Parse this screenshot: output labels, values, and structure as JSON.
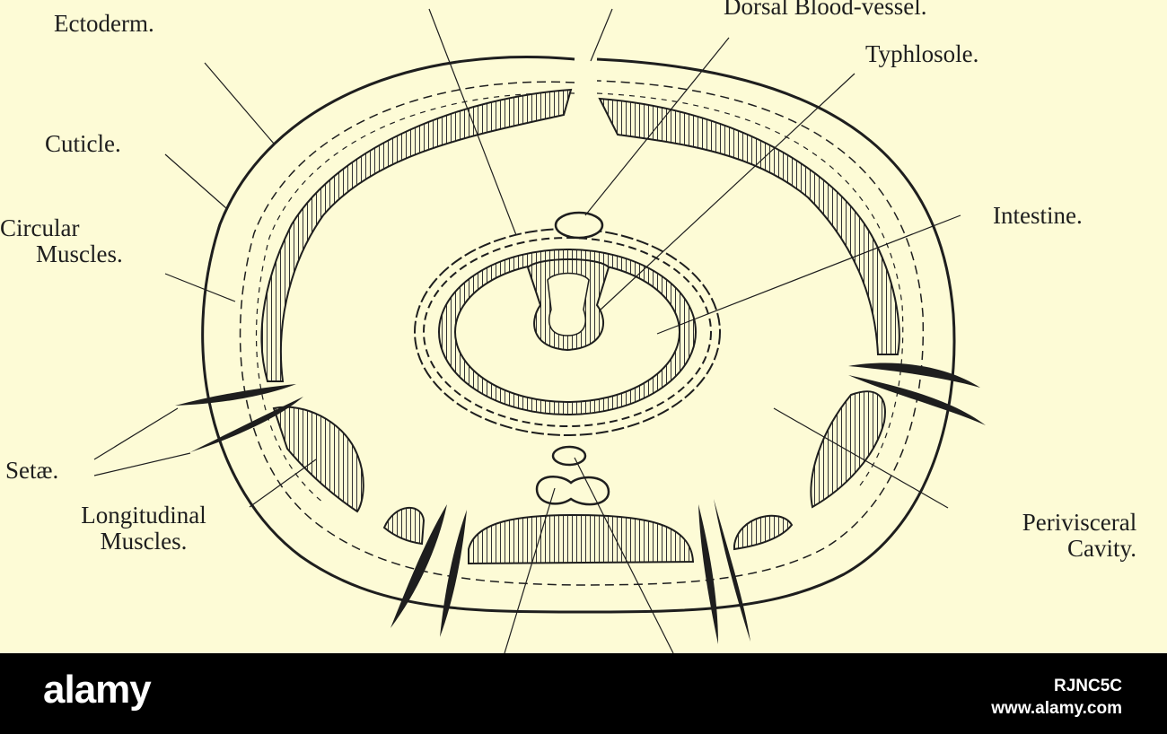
{
  "labels": {
    "ectoderm": "Ectoderm.",
    "dorsal_blood_vessel": "Dorsal Blood-vessel.",
    "typhlosole": "Typhlosole.",
    "cuticle": "Cuticle.",
    "circular_muscles_1": "Circular",
    "circular_muscles_2": "Muscles.",
    "intestine": "Intestine.",
    "setae": "Setæ.",
    "longitudinal_muscles_1": "Longitudinal",
    "longitudinal_muscles_2": "Muscles.",
    "perivisceral_cavity_1": "Perivisceral",
    "perivisceral_cavity_2": "Cavity."
  },
  "watermark": {
    "logo": "alamy",
    "image_id": "RJNC5C",
    "site": "www.alamy.com"
  },
  "colors": {
    "paper": "#fdfbd6",
    "ink": "#1e1e1e",
    "bar": "#000000"
  }
}
